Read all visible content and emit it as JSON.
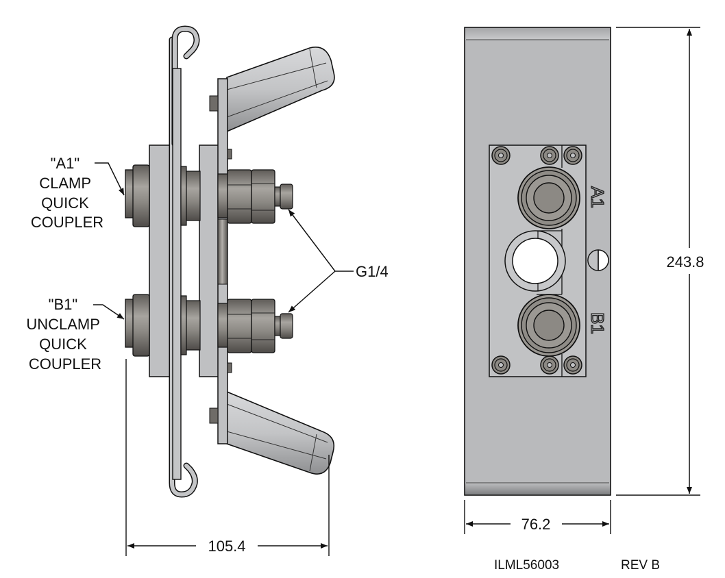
{
  "drawing": {
    "callouts": {
      "a1": {
        "lines": [
          "\"A1\"",
          "CLAMP",
          "QUICK",
          "COUPLER"
        ]
      },
      "b1": {
        "lines": [
          "\"B1\"",
          "UNCLAMP",
          "QUICK",
          "COUPLER"
        ]
      },
      "port_thread": "G1/4"
    },
    "dimensions": {
      "side_width": "105.4",
      "front_width": "76.2",
      "front_height": "243.8"
    },
    "engraving": {
      "port_a": "A1",
      "port_b": "B1"
    },
    "title_block": {
      "part_number": "ILML56003",
      "revision": "REV B"
    },
    "colors": {
      "plate": "#bfc0c2",
      "plate_dark": "#a9aaac",
      "metal": "#8a8782",
      "metal_dark": "#5e5b57",
      "outline": "#111111"
    }
  }
}
